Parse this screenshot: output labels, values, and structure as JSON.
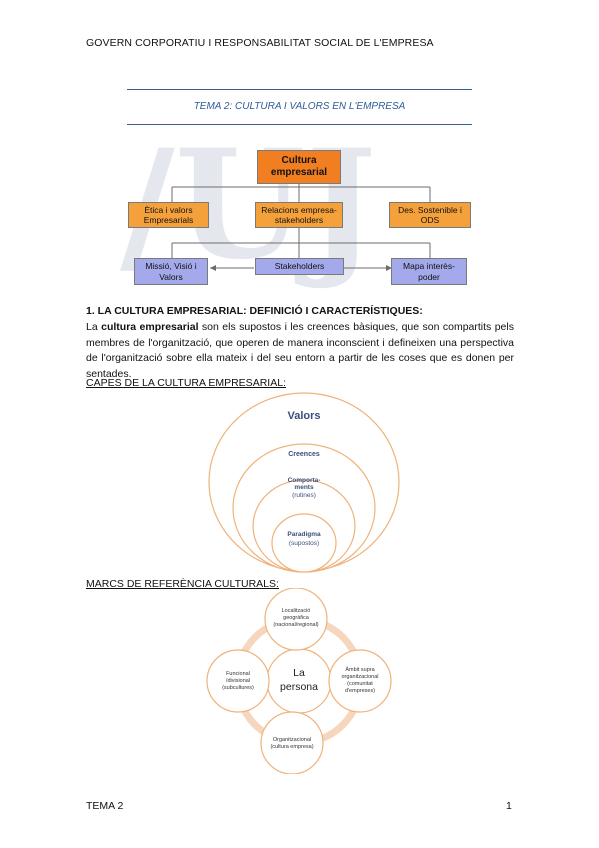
{
  "header": {
    "title": "GOVERN CORPORATIU I RESPONSABILITAT SOCIAL DE L'EMPRESA"
  },
  "tema_title": "TEMA 2: CULTURA I VALORS EN L'EMPRESA",
  "diagram_top": {
    "root": [
      "Cultura",
      "empresarial"
    ],
    "level2": [
      [
        "Ètica i valors",
        "Empresarials"
      ],
      [
        "Relacions empresa-",
        "stakeholders"
      ],
      [
        "Des. Sostenible i",
        "ODS"
      ]
    ],
    "level3": [
      [
        "Missió, Visió i",
        "Valors"
      ],
      [
        "Stakeholders"
      ],
      [
        "Mapa interès-",
        "poder"
      ]
    ]
  },
  "section1": {
    "heading": "1. LA CULTURA EMPRESARIAL: DEFINICIÓ I CARACTERÍSTIQUES:",
    "para_prefix": "La ",
    "para_bold": "cultura empresarial",
    "para_rest": " son els supostos i les creences bàsiques, que son compartits pels membres de l'organització, que operen de manera inconscient i defineixen una perspectiva de l'organització sobre ella mateix i del seu entorn a partir de les coses que es donen per sentades."
  },
  "capes": {
    "heading": "CAPES DE LA CULTURA EMPRESARIAL:",
    "layers": [
      "Valors",
      "Creences",
      "Comporta-",
      "ments",
      "(rutines)",
      "Paradigma",
      "(supostos)"
    ]
  },
  "marcs": {
    "heading": "MARCS DE REFERÈNCIA CULTURALS:",
    "center": [
      "La",
      "persona"
    ],
    "top": [
      "Localització",
      "geogràfica",
      "(nacional/regional)"
    ],
    "right": [
      "Àmbit supra",
      "organitzacional",
      "(comunitat",
      "d'empreses)"
    ],
    "bottom": [
      "Organitzacional",
      "(cultura empresa)"
    ],
    "left": [
      "Funcional",
      "/divisional",
      "(subcultures)"
    ]
  },
  "footer": {
    "left": "TEMA 2",
    "page": "1"
  },
  "colors": {
    "accent": "#2e5d9a",
    "orange": "#f4a13c",
    "orange_dark": "#f27e22",
    "blue_box": "#a3a9ea",
    "ring": "#f3c49a"
  }
}
